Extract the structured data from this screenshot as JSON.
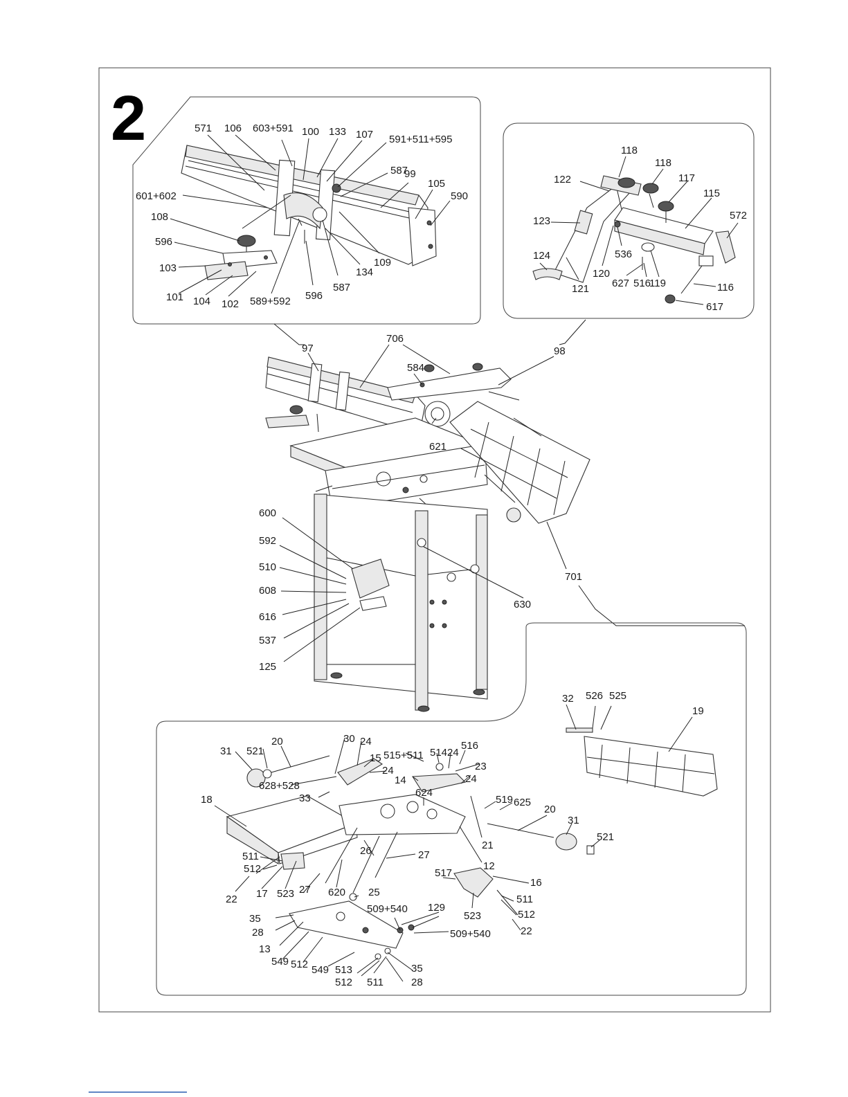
{
  "figure": {
    "number": "2"
  },
  "detail_fence": {
    "labels": [
      "571",
      "106",
      "603+591",
      "100",
      "133",
      "107",
      "591+511+595",
      "587",
      "99",
      "105",
      "590",
      "601+602",
      "108",
      "596",
      "103",
      "101",
      "104",
      "102",
      "589+592",
      "596",
      "587",
      "134",
      "109"
    ]
  },
  "detail_handle": {
    "labels": [
      "118",
      "118",
      "122",
      "117",
      "115",
      "572",
      "123",
      "536",
      "124",
      "120",
      "627",
      "516",
      "119",
      "121",
      "116",
      "617"
    ]
  },
  "main_assembly": {
    "labels": [
      "97",
      "706",
      "98",
      "584",
      "621",
      "600",
      "592",
      "510",
      "608",
      "616",
      "537",
      "125",
      "630",
      "701"
    ]
  },
  "detail_table": {
    "labels": [
      "32",
      "526",
      "525",
      "19",
      "31",
      "521",
      "20",
      "30",
      "24",
      "515+511",
      "514",
      "24",
      "516",
      "15",
      "24",
      "23",
      "628+528",
      "14",
      "24",
      "33",
      "519",
      "625",
      "18",
      "624",
      "20",
      "21",
      "31",
      "521",
      "26",
      "27",
      "12",
      "511",
      "512",
      "27",
      "620",
      "25",
      "22",
      "17",
      "523",
      "517",
      "16",
      "511",
      "512",
      "523",
      "22",
      "509+540",
      "129",
      "509+540",
      "35",
      "28",
      "13",
      "549",
      "512",
      "549",
      "513",
      "35",
      "512",
      "511",
      "28"
    ]
  },
  "footer": {
    "link_text": ""
  }
}
